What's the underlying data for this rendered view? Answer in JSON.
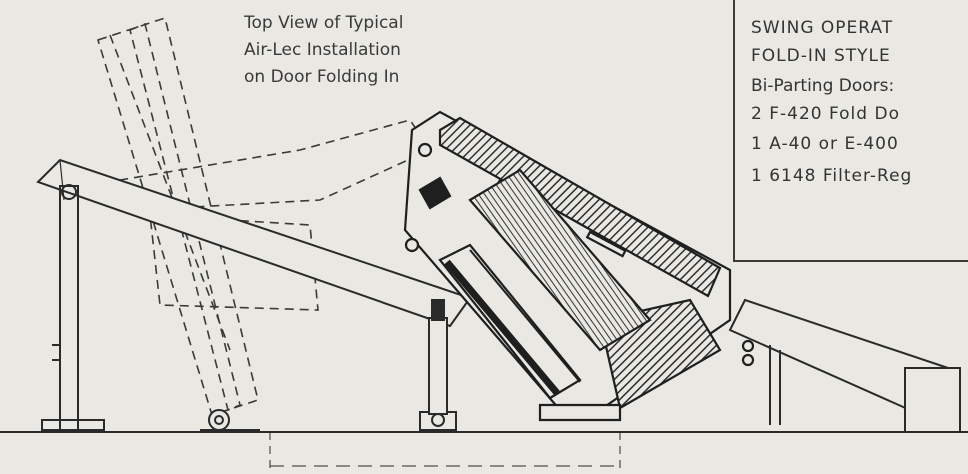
{
  "caption": {
    "line1": "Top View of Typical",
    "line2": "Air-Lec Installation",
    "line3": "on Door Folding In"
  },
  "spec_box": {
    "lines": [
      "SWING OPERAT",
      "FOLD-IN STYLE",
      "Bi-Parting Doors:",
      "2 F-420 Fold Do",
      "1 A-40 or E-400",
      "1 6148 Filter-Reg"
    ]
  },
  "colors": {
    "paper": "#e9e8e2",
    "ink": "#2a2a2a",
    "hatch": "#3a3a3a"
  }
}
